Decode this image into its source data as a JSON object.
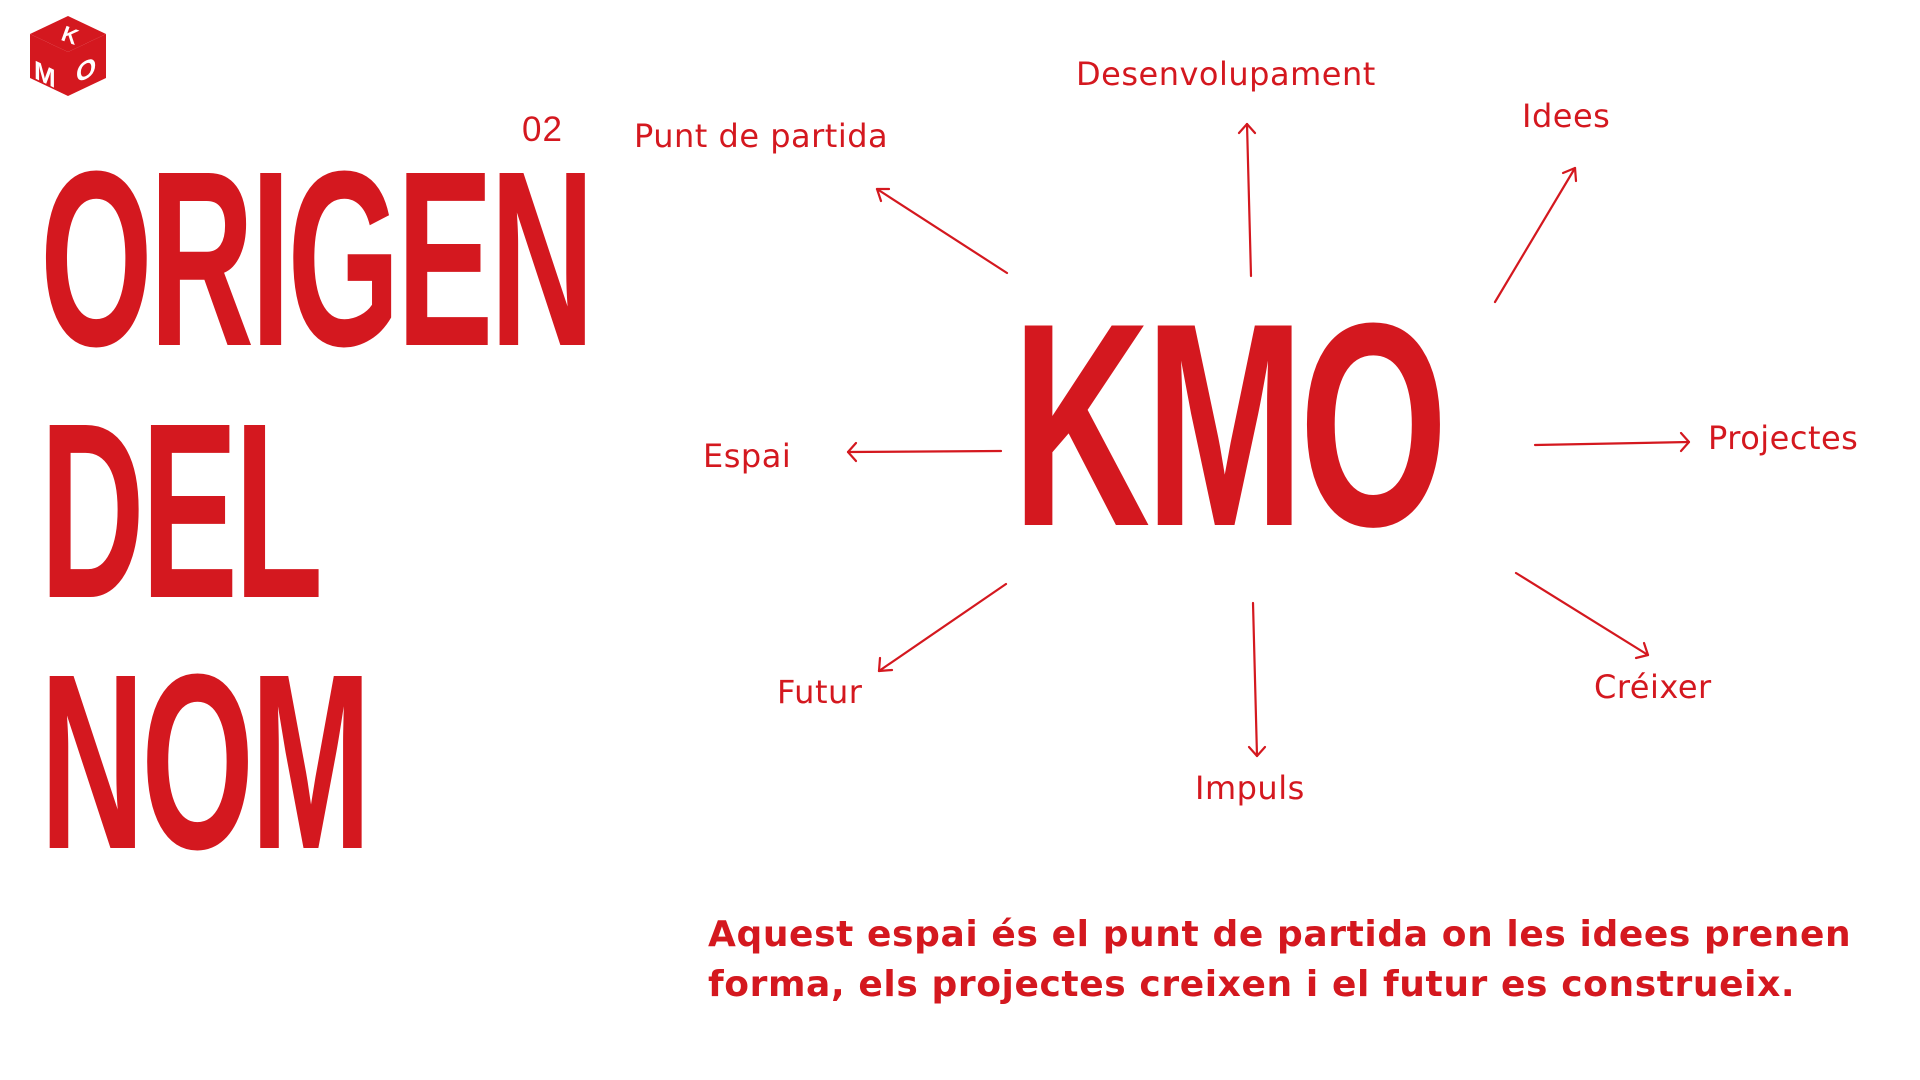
{
  "brand": {
    "logo_icon": "kmo-cube-logo-icon",
    "accent_color": "#d4181f",
    "background_color": "#ffffff"
  },
  "page_number": "02",
  "title": {
    "line1": "ORIGEN",
    "line2": "DEL",
    "line3": "NOM"
  },
  "diagram": {
    "center": "KMO",
    "concepts": {
      "desenvolupament": "Desenvolupament",
      "punt_de_partida": "Punt de partida",
      "idees": "Idees",
      "espai": "Espai",
      "projectes": "Projectes",
      "futur": "Futur",
      "creixer": "Créixer",
      "impuls": "Impuls"
    },
    "arrow_icon": "arrow-icon"
  },
  "tagline": "Aquest espai és el punt de partida on les idees prenen forma, els projectes creixen i el futur es construeix."
}
